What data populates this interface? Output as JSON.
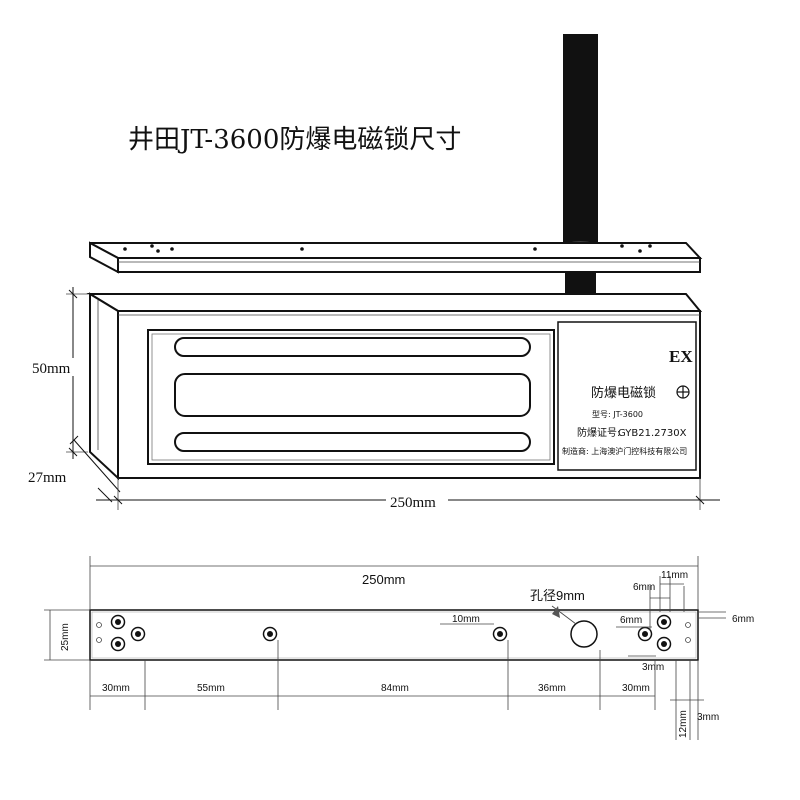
{
  "title": "井田JT-3600防爆电磁锁尺寸",
  "top_view": {
    "dim_height": "50mm",
    "dim_depth": "27mm",
    "dim_length": "250mm",
    "label": {
      "ex": "EX",
      "name": "防爆电磁锁",
      "model": "型号: JT-3600",
      "cert_prefix": "防爆证号:",
      "cert_value": "GYB21.2730X",
      "maker": "制造商: 上海澳沪门控科技有限公司"
    }
  },
  "bottom_view": {
    "length": "250mm",
    "width": "25mm",
    "hole_dia": "孔径9mm",
    "d_10": "10mm",
    "d_6a": "6mm",
    "d_6b": "6mm",
    "d_6c": "6mm",
    "d_11": "11mm",
    "d_3a": "3mm",
    "d_3b": "3mm",
    "d_12": "12mm",
    "seg_30a": "30mm",
    "seg_55": "55mm",
    "seg_84": "84mm",
    "seg_36": "36mm",
    "seg_30b": "30mm"
  }
}
